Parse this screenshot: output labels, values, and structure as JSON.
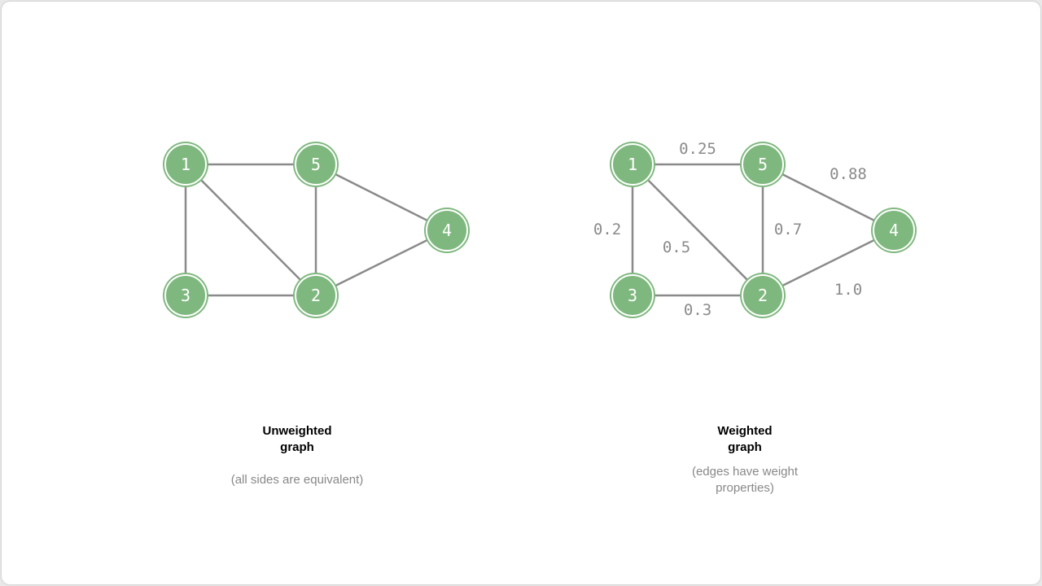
{
  "colors": {
    "node_fill": "#7fb87f",
    "edge": "#8a8a8a",
    "weight_text": "#8a8a8a"
  },
  "unweighted": {
    "nodes": [
      "1",
      "5",
      "4",
      "3",
      "2"
    ],
    "edges": [
      [
        "1",
        "5"
      ],
      [
        "1",
        "3"
      ],
      [
        "1",
        "2"
      ],
      [
        "5",
        "2"
      ],
      [
        "5",
        "4"
      ],
      [
        "3",
        "2"
      ],
      [
        "2",
        "4"
      ]
    ],
    "caption_title": "Unweighted\ngraph",
    "caption_sub": "(all sides are equivalent)"
  },
  "weighted": {
    "nodes": [
      "1",
      "5",
      "4",
      "3",
      "2"
    ],
    "edges": [
      {
        "from": "1",
        "to": "5",
        "weight": "0.25"
      },
      {
        "from": "5",
        "to": "4",
        "weight": "0.88"
      },
      {
        "from": "1",
        "to": "3",
        "weight": "0.2"
      },
      {
        "from": "1",
        "to": "2",
        "weight": "0.5"
      },
      {
        "from": "5",
        "to": "2",
        "weight": "0.7"
      },
      {
        "from": "3",
        "to": "2",
        "weight": "0.3"
      },
      {
        "from": "2",
        "to": "4",
        "weight": "1.0"
      }
    ],
    "caption_title": "Weighted\ngraph",
    "caption_sub": "(edges have weight\nproperties)"
  }
}
